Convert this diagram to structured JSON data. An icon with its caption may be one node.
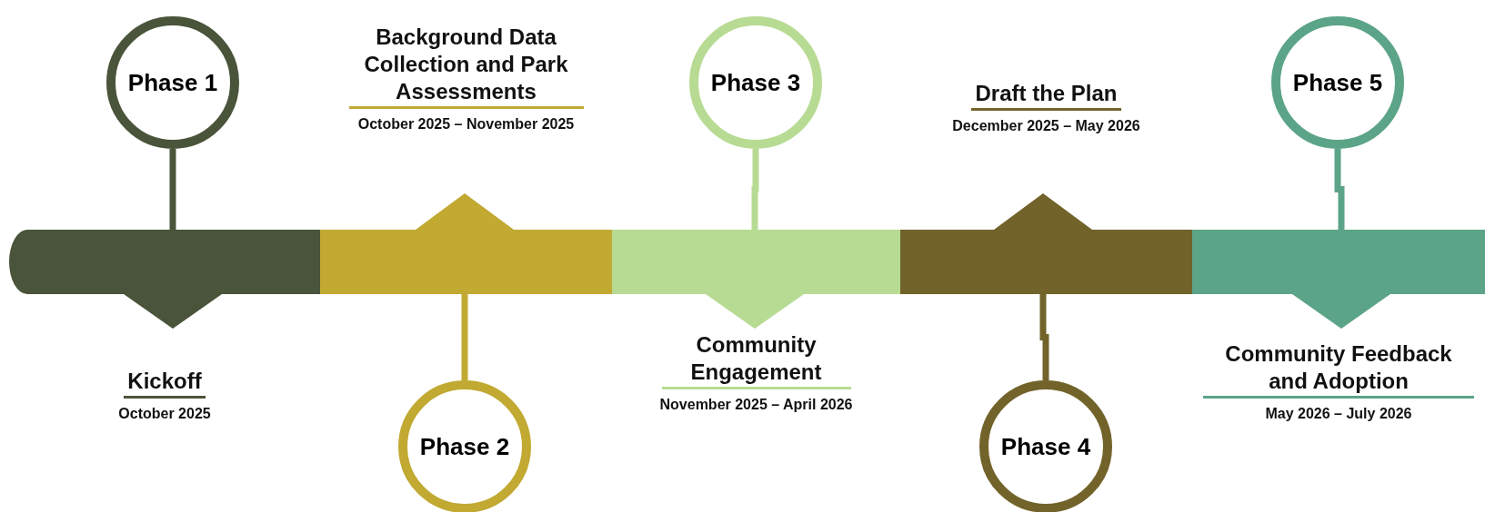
{
  "diagram": {
    "nodes": [
      {
        "text": [
          "Phase 1"
        ]
      },
      {
        "text": [
          "Kickoff",
          "October 2025"
        ]
      },
      {
        "text": [
          "Background Data Collection and Park Assessments",
          "October 2025 – November 2025"
        ]
      },
      {
        "text": [
          "Phase 2"
        ]
      },
      {
        "text": [
          "Phase 3"
        ]
      },
      {
        "text": [
          "Community Engagement",
          "November 2025 – April 2026"
        ]
      },
      {
        "text": [
          "Draft the Plan",
          "December 2025 – May 2026"
        ]
      },
      {
        "text": [
          "Phase 4"
        ]
      },
      {
        "text": [
          "Phase 5"
        ]
      },
      {
        "text": [
          "Community Feedback and Adoption",
          "May 2026 – July 2026"
        ]
      }
    ],
    "edges": [
      {
        "from": 0,
        "to": 1,
        "arrow": "none",
        "color": "#4a543a"
      },
      {
        "from": 3,
        "to": 2,
        "arrow": "none",
        "color": "#c1a932"
      },
      {
        "from": 4,
        "to": 5,
        "arrow": "none",
        "color": "#b8db94"
      },
      {
        "from": 7,
        "to": 6,
        "arrow": "none",
        "color": "#72632a"
      },
      {
        "from": 8,
        "to": 9,
        "arrow": "none",
        "color": "#5ca487"
      }
    ]
  }
}
